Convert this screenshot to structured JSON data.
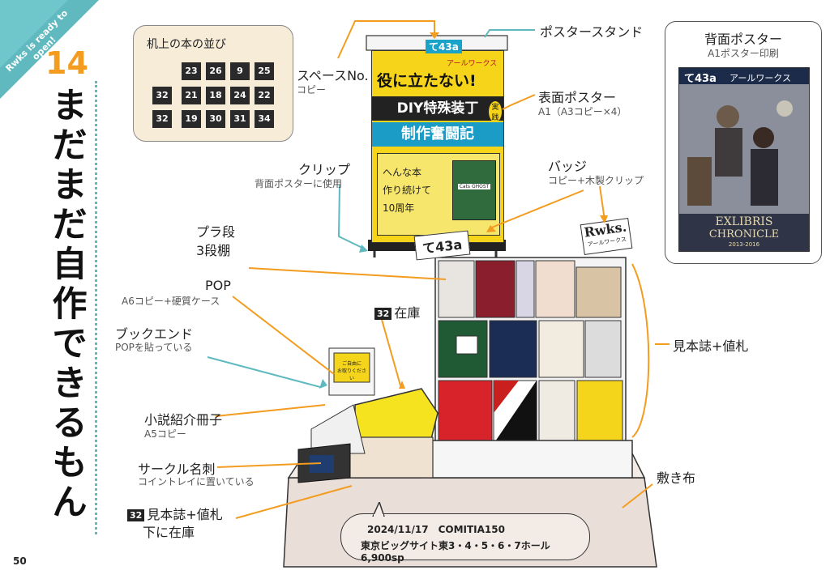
{
  "chapter": {
    "number": "14",
    "ribbon_text": "Rwks is ready to open!",
    "title_chars": [
      "ま",
      "だ",
      "ま",
      "だ",
      "自",
      "作",
      "で",
      "き",
      "る",
      "も",
      "ん"
    ]
  },
  "desk_layout": {
    "title": "机上の本の並び",
    "rows": [
      [
        "",
        "23",
        "26",
        "9",
        "25"
      ],
      [
        "32",
        "21",
        "18",
        "24",
        "22"
      ],
      [
        "32",
        "19",
        "30",
        "31",
        "34"
      ]
    ]
  },
  "labels": {
    "space_no": {
      "title": "スペースNo.",
      "sub": "コピー"
    },
    "poster_stand": {
      "title": "ポスタースタンド"
    },
    "front_poster": {
      "title": "表面ポスター",
      "sub": "A1（A3コピー×4）"
    },
    "clip": {
      "title": "クリップ",
      "sub": "背面ポスターに使用"
    },
    "badge": {
      "title": "バッジ",
      "sub": "コピー+木製クリップ"
    },
    "plastic_shelf": {
      "line1": "プラ段",
      "line2": "3段棚"
    },
    "pop": {
      "title": "POP",
      "sub": "A6コピー+硬質ケース"
    },
    "stock32": {
      "num": "32",
      "title": "在庫"
    },
    "bookend": {
      "title": "ブックエンド",
      "sub": "POPを貼っている"
    },
    "samples_price": {
      "title": "見本誌+値札"
    },
    "pamphlet": {
      "title": "小説紹介冊子",
      "sub": "A5コピー"
    },
    "card": {
      "title": "サークル名刺",
      "sub": "コイントレイに置いている"
    },
    "cloth": {
      "title": "敷き布"
    },
    "samples_stock": {
      "num": "32",
      "line1": "見本誌+値札",
      "line2": "下に在庫"
    }
  },
  "back_poster": {
    "title": "背面ポスター",
    "sub": "A1ポスター印刷",
    "space": "て43a",
    "circle": "アールワークス",
    "art_title1": "EXLIBRIS",
    "art_title2": "CHRONICLE",
    "art_years": "2013-2016"
  },
  "front_poster_art": {
    "space": "て43a",
    "circle": "アールワークス",
    "line1": "役に立たない!",
    "line2": "DIY特殊装丁",
    "line3": "制作奮闘記",
    "badge_text": "実践",
    "text1": "へんな本",
    "text2": "作り続けて",
    "text3": "10周年",
    "book_label": "Cats GHOST"
  },
  "space_sign": "て43a",
  "rwks_sign": {
    "logo": "Rwks.",
    "sub": "アールワークス"
  },
  "pop_card": {
    "line1": "ご自由に",
    "line2": "お取りください"
  },
  "event_box": {
    "line1": "2024/11/17　COMITIA150",
    "line2": "東京ビッグサイト東3・4・5・6・7ホール　6,900sp"
  },
  "page_number": "50",
  "colors": {
    "accent": "#f39c1f",
    "teal": "#5fb9bf",
    "black": "#222222"
  }
}
